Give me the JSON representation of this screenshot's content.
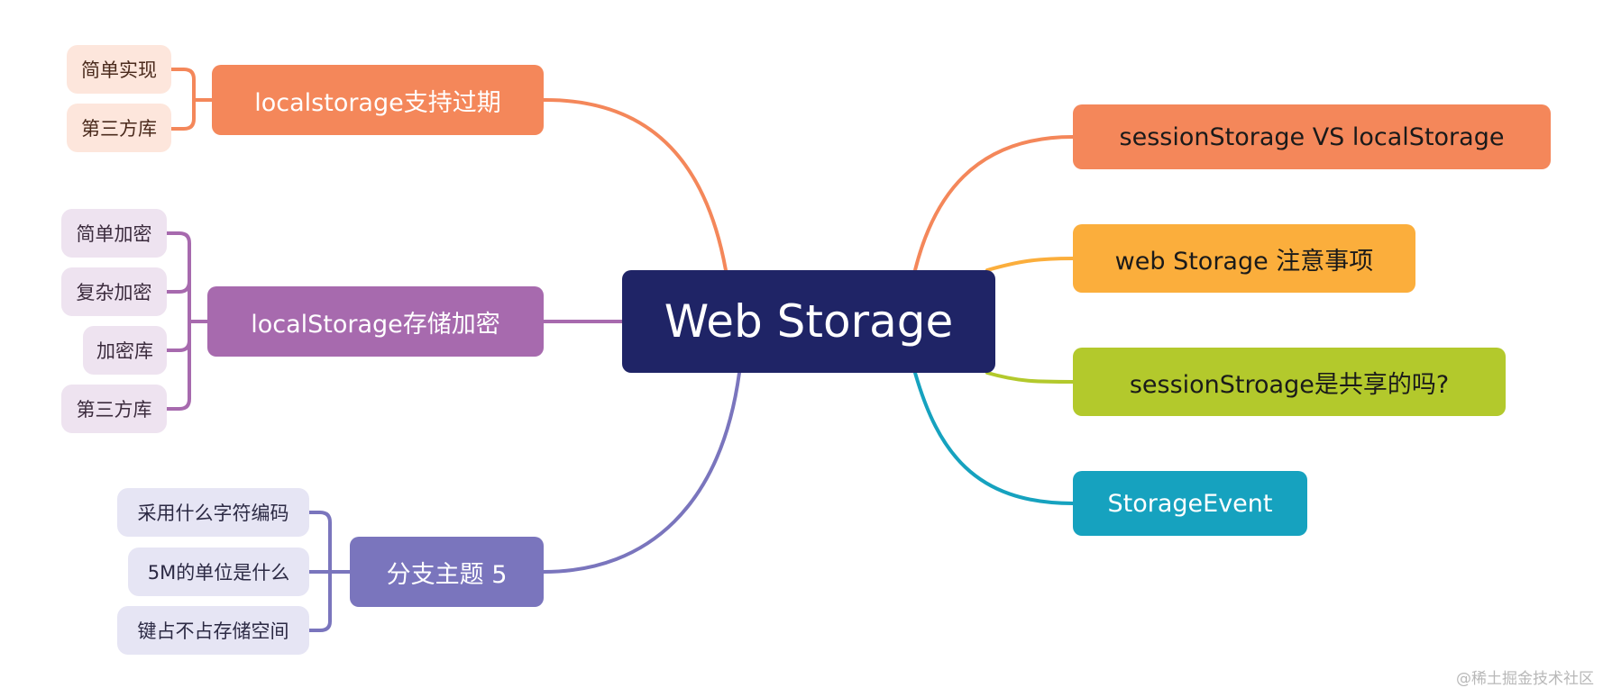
{
  "central": {
    "label": "Web Storage",
    "color": "#1f2466"
  },
  "branches": {
    "expiry": {
      "label": "localstorage支持过期",
      "color": "#f4875a",
      "leaf_color": "#fde6dc",
      "leaf_text_color": "#4a2a1c",
      "leaves": [
        "简单实现",
        "第三方库"
      ]
    },
    "encryption": {
      "label": "localStorage存储加密",
      "color": "#a76aae",
      "leaf_color": "#eee3f0",
      "leaf_text_color": "#3b2b3d",
      "leaves": [
        "简单加密",
        "复杂加密",
        "加密库",
        "第三方库"
      ]
    },
    "topic5": {
      "label": "分支主题 5",
      "color": "#7a75bd",
      "leaf_color": "#e6e5f4",
      "leaf_text_color": "#2c2a44",
      "leaves": [
        "采用什么字符编码",
        "5M的单位是什么",
        "键占不占存储空间"
      ]
    },
    "session_vs_local": {
      "label": "sessionStorage VS localStorage",
      "color": "#f4875a",
      "text_color": "#1a1a1a"
    },
    "notes": {
      "label": "web Storage 注意事项",
      "color": "#fbae3c",
      "text_color": "#1a1a1a"
    },
    "shared": {
      "label": "sessionStroage是共享的吗?",
      "color": "#b3c92c",
      "text_color": "#1a1a1a"
    },
    "event": {
      "label": "StorageEvent",
      "color": "#16a2bf",
      "text_color": "#ffffff"
    }
  },
  "watermark": "@稀土掘金技术社区"
}
